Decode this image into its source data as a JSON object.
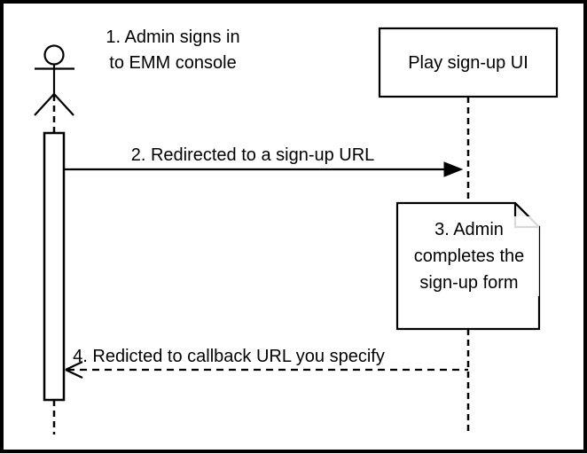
{
  "diagram_type": "uml-sequence",
  "colors": {
    "stroke": "#000000",
    "background": "#ffffff",
    "note_fill": "#ffffff",
    "note_fold_fill": "#f0f0f0"
  },
  "participant": {
    "label": "Play sign-up UI"
  },
  "messages": [
    {
      "id": "1",
      "type": "label-near-actor",
      "lines": [
        "1. Admin signs in",
        "to EMM console"
      ]
    },
    {
      "id": "2",
      "type": "solid-arrow-right",
      "label": "2. Redirected to a sign-up URL"
    },
    {
      "id": "3",
      "type": "note",
      "lines": [
        "3. Admin",
        "completes the",
        "sign-up form"
      ]
    },
    {
      "id": "4",
      "type": "dashed-arrow-left",
      "label": "4. Redicted to callback URL you specify"
    }
  ]
}
